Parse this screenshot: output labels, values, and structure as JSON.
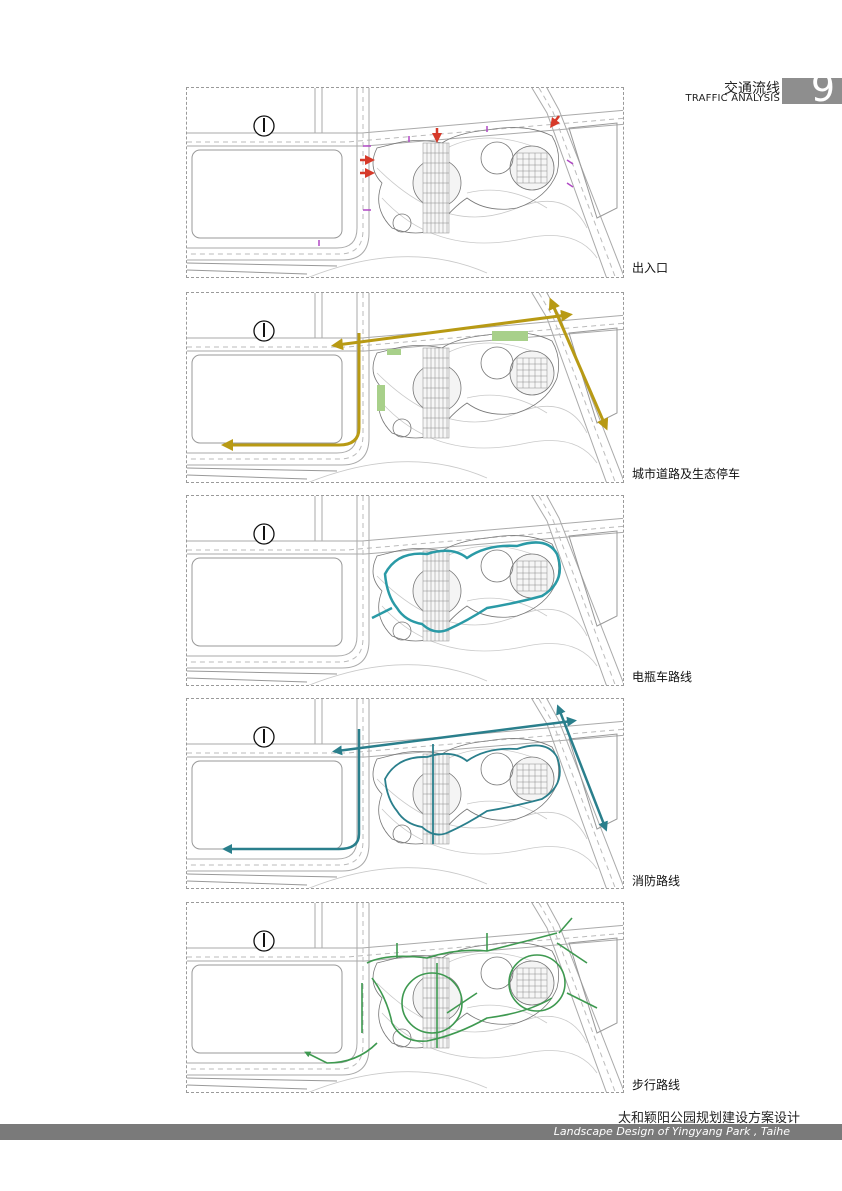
{
  "header": {
    "title_cn": "交通流线",
    "title_en": "TRAFFIC ANALYSIS",
    "page_number": "9"
  },
  "panels": [
    {
      "caption": "出入口",
      "route": "entrances",
      "color": "#d63a2a"
    },
    {
      "caption": "城市道路及生态停车",
      "route": "city_roads",
      "color": "#b89a14"
    },
    {
      "caption": "电瓶车路线",
      "route": "electric_cart",
      "color": "#2a9aa6"
    },
    {
      "caption": "消防路线",
      "route": "fire_route",
      "color": "#2a7f8c"
    },
    {
      "caption": "步行路线",
      "route": "walking",
      "color": "#3e9950"
    }
  ],
  "footer": {
    "title_cn": "太和颖阳公园规划建设方案设计",
    "title_en": "Landscape Design of Yingyang Park , Taihe"
  }
}
